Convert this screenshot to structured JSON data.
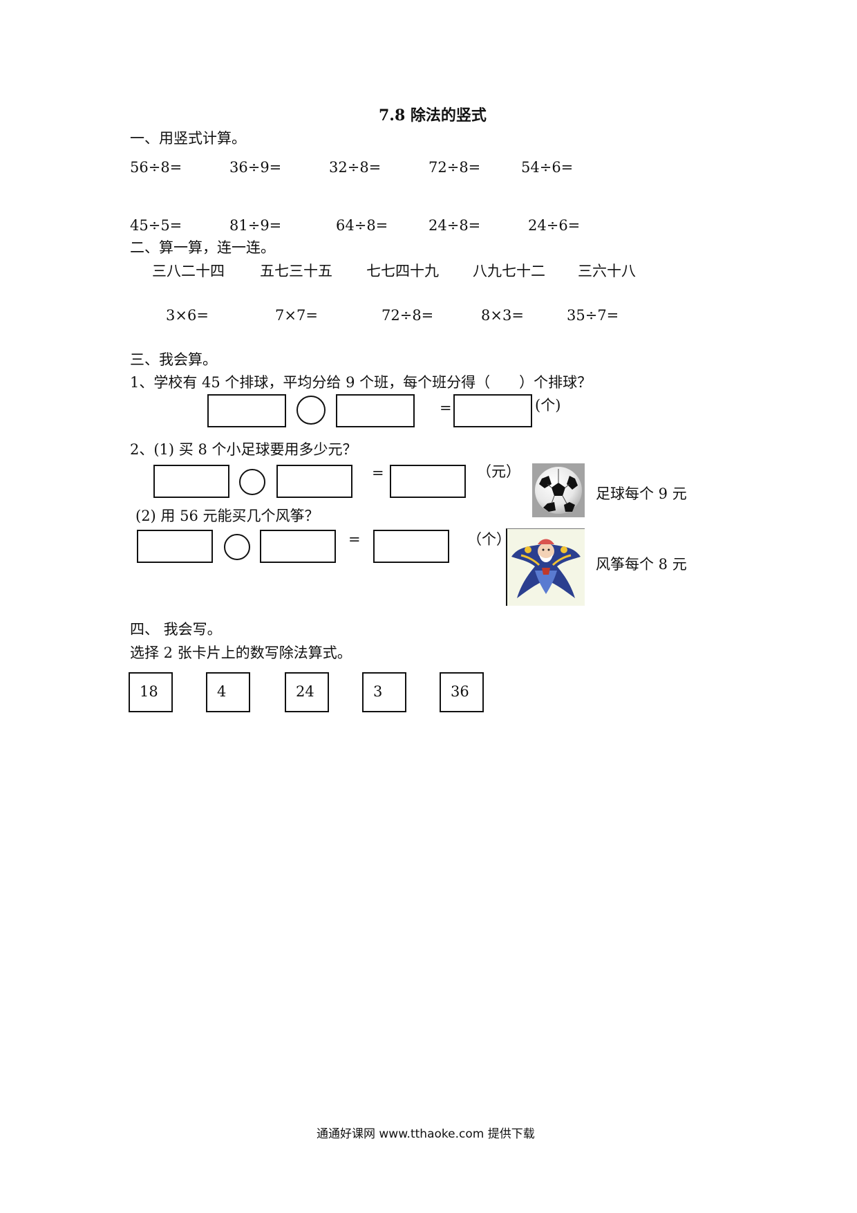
{
  "title": "7.8 除法的竖式",
  "section1": {
    "heading": "一、用竖式计算。",
    "row1": [
      "56÷8=",
      "36÷9=",
      "32÷8=",
      "72÷8=",
      "54÷6="
    ],
    "row2": [
      "45÷5=",
      "81÷9=",
      "64÷8=",
      "24÷8=",
      "24÷6="
    ]
  },
  "section2": {
    "heading": "二、算一算，连一连。",
    "chants": [
      "三八二十四",
      "五七三十五",
      "七七四十九",
      "八九七十二",
      "三六十八"
    ],
    "exprs": [
      "3×6=",
      "7×7=",
      "72÷8=",
      "8×3=",
      "35÷7="
    ]
  },
  "section3": {
    "heading": "三、我会算。",
    "q1": {
      "text": "1、学校有 45 个排球，平均分给 9 个班，每个班分得（　　）个排球？",
      "equals": "=",
      "unit": "(个)"
    },
    "q2a": {
      "text": "2、(1) 买 8 个小足球要用多少元？",
      "equals": "=",
      "unit": "（元）",
      "caption": "足球每个 9 元",
      "icon": "soccer-ball-icon"
    },
    "q2b": {
      "text": "(2) 用 56 元能买几个风筝？",
      "equals": "=",
      "unit": "（个）",
      "caption": "风筝每个 8 元",
      "icon": "kite-icon"
    }
  },
  "section4": {
    "heading": "四、 我会写。",
    "instruction": "选择 2 张卡片上的数写除法算式。",
    "cards": [
      "18",
      "4",
      "24",
      "3",
      "36"
    ]
  },
  "footer": "通通好课网  www.tthaoke.com  提供下载"
}
